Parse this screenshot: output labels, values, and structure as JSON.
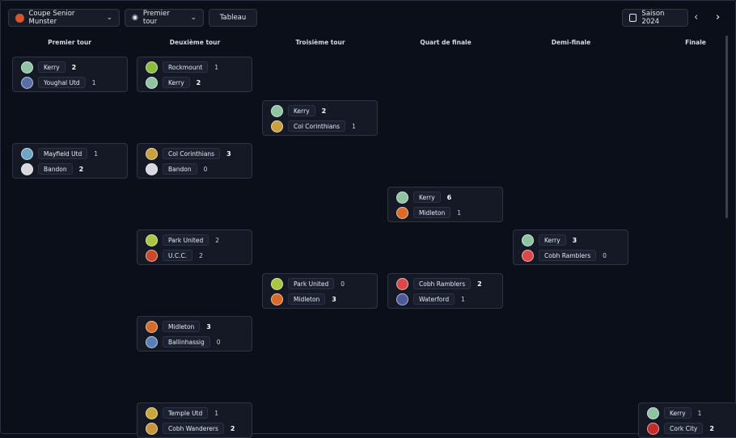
{
  "toolbar": {
    "competition": "Coupe Senior Munster",
    "round": "Premier tour",
    "view": "Tableau",
    "season": "Saison 2024",
    "competition_icon": "trophy-icon",
    "round_icon": "eye-icon",
    "season_icon": "calendar-icon"
  },
  "columns": [
    "Premier tour",
    "Deuxième tour",
    "Troisième tour",
    "Quart de finale",
    "Demi-finale",
    "Finale"
  ],
  "colors": {
    "background": "#0b0f1a",
    "card": "#141925",
    "border": "#2e3446"
  },
  "matches": [
    {
      "a": "Kerry",
      "sa": "2",
      "b": "Youghal Utd",
      "sb": "1",
      "ca": "#8fc4a3",
      "cb": "#5a6fa8"
    },
    {
      "a": "Mayfield Utd",
      "sa": "1",
      "b": "Bandon",
      "sb": "2",
      "ca": "#6fa6c4",
      "cb": "#d8d8e0"
    },
    {
      "a": "Rockmount",
      "sa": "1",
      "b": "Kerry",
      "sb": "2",
      "ca": "#8dbd3c",
      "cb": "#8fc4a3"
    },
    {
      "a": "Col Corinthians",
      "sa": "3",
      "b": "Bandon",
      "sb": "0",
      "ca": "#c9a040",
      "cb": "#d8d8e0"
    },
    {
      "a": "Park United",
      "sa": "2",
      "b": "U.C.C.",
      "sb": "2",
      "ca": "#a8c640",
      "cb": "#c84a2a"
    },
    {
      "a": "Midleton",
      "sa": "3",
      "b": "Ballinhassig",
      "sb": "0",
      "ca": "#d86a2a",
      "cb": "#5a7fb8"
    },
    {
      "a": "Temple Utd",
      "sa": "1",
      "b": "Cobh Wanderers",
      "sb": "2",
      "ca": "#c8a83a",
      "cb": "#c8963a"
    },
    {
      "a": "Kerry",
      "sa": "2",
      "b": "Col Corinthians",
      "sb": "1",
      "ca": "#8fc4a3",
      "cb": "#c9a040"
    },
    {
      "a": "Park United",
      "sa": "0",
      "b": "Midleton",
      "sb": "3",
      "ca": "#a8c640",
      "cb": "#d86a2a"
    },
    {
      "a": "Kerry",
      "sa": "6",
      "b": "Midleton",
      "sb": "1",
      "ca": "#8fc4a3",
      "cb": "#d86a2a"
    },
    {
      "a": "Cobh Ramblers",
      "sa": "2",
      "b": "Waterford",
      "sb": "1",
      "ca": "#d84a4a",
      "cb": "#4a5a9a"
    },
    {
      "a": "Kerry",
      "sa": "3",
      "b": "Cobh Ramblers",
      "sb": "0",
      "ca": "#8fc4a3",
      "cb": "#d84a4a"
    },
    {
      "a": "Kerry",
      "sa": "1",
      "b": "Cork City",
      "sb": "2",
      "ca": "#8fc4a3",
      "cb": "#c82a2a"
    }
  ]
}
